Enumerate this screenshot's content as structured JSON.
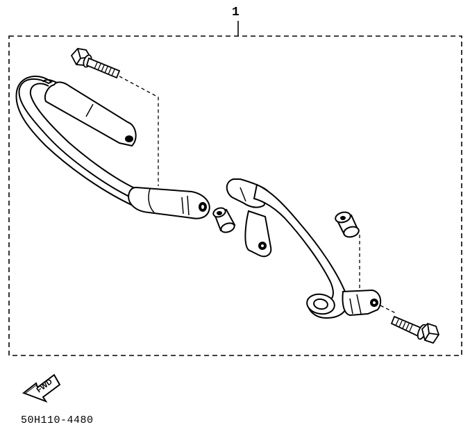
{
  "diagram": {
    "callout_number": "1",
    "part_code": "50H110-4480",
    "fwd_label": "FWD"
  },
  "components": [
    "bolt-upper-left",
    "left-grab-bar",
    "left-spacer-collar",
    "right-grab-bar",
    "right-spacer-collar",
    "bolt-lower-right"
  ],
  "colors": {
    "line": "#000000",
    "fill": "#ffffff"
  }
}
